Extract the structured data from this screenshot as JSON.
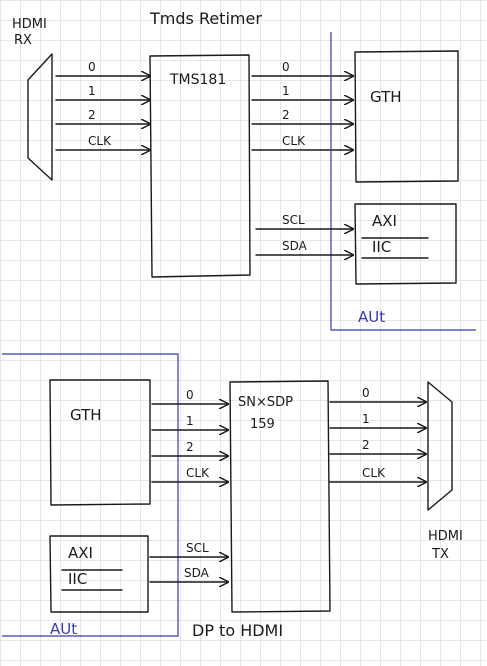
{
  "top": {
    "title": "Tmds Retimer",
    "hdmi_rx_label_1": "HDMI",
    "hdmi_rx_label_2": "RX",
    "retimer_label": "TMS181",
    "gth_label": "GTH",
    "axi_label_1": "AXI",
    "axi_label_2": "IIC",
    "aut_label": "AUt",
    "lanes": [
      "0",
      "1",
      "2",
      "CLK"
    ],
    "scl_label": "SCL",
    "sda_label": "SDA"
  },
  "bottom": {
    "title": "DP to HDMI",
    "gth_label": "GTH",
    "chip_label_1": "SN×SDP",
    "chip_label_2": "159",
    "axi_label_1": "AXI",
    "axi_label_2": "IIC",
    "aut_label": "AUt",
    "hdmi_tx_label_1": "HDMI",
    "hdmi_tx_label_2": "TX",
    "lanes": [
      "0",
      "1",
      "2",
      "CLK"
    ],
    "scl_label": "SCL",
    "sda_label": "SDA"
  },
  "colors": {
    "ink": "#1a1a1a",
    "boundary": "#3a3aa8"
  }
}
